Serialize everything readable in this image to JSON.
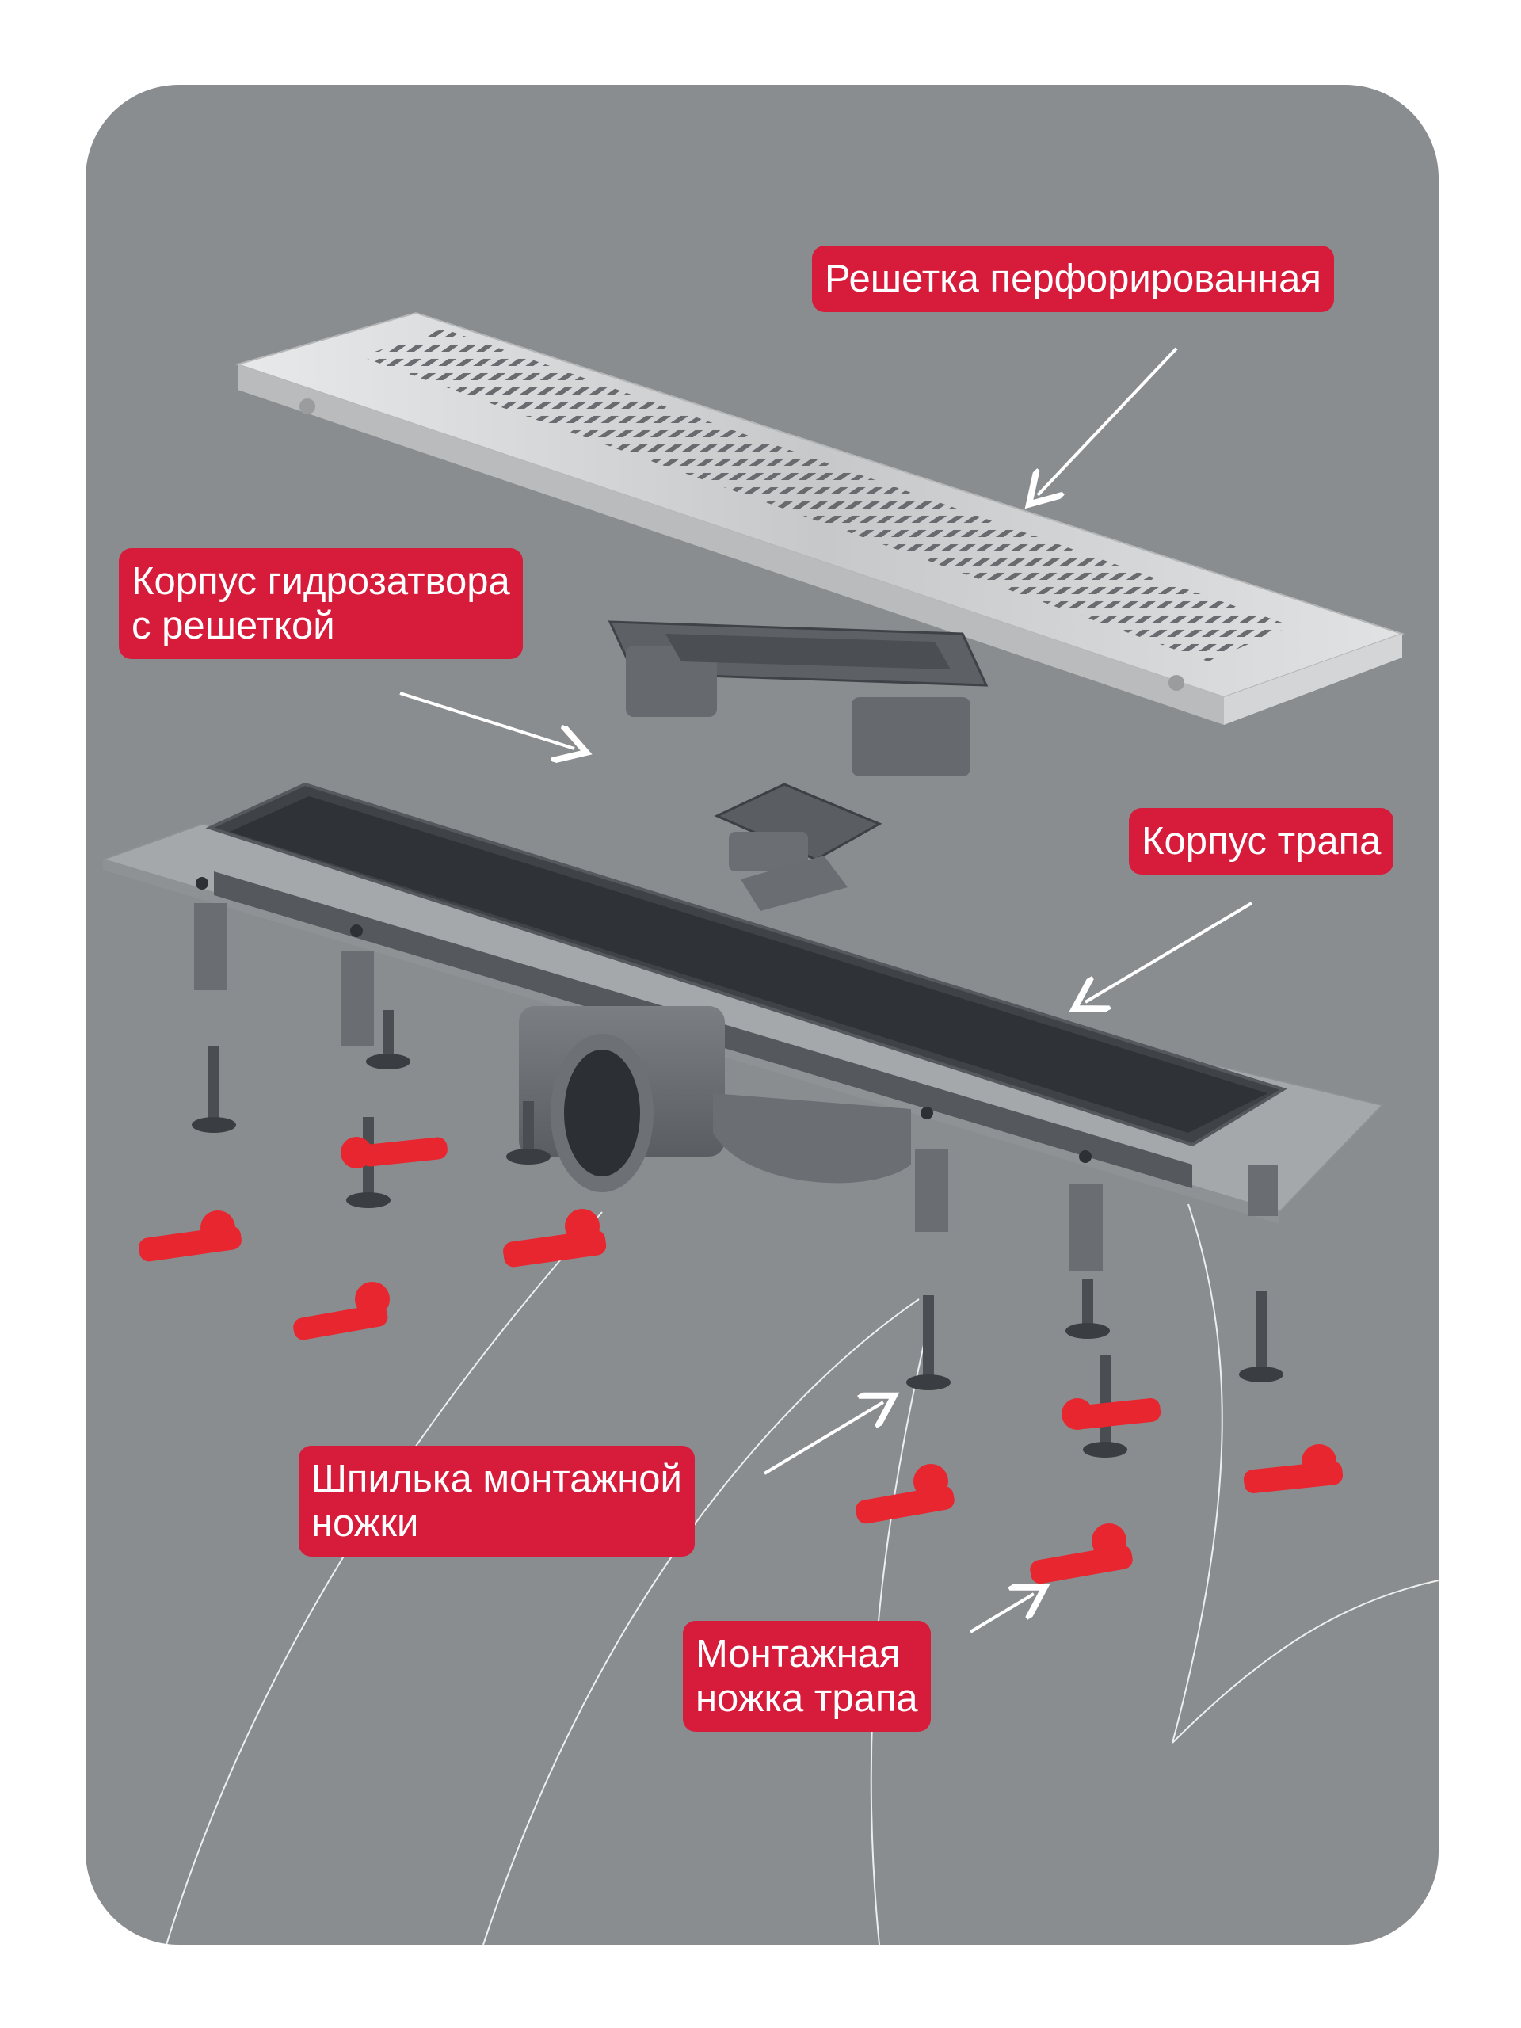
{
  "labels": {
    "grate": "Решетка перфорированная",
    "water_seal": [
      "Корпус гидрозатвора",
      "с решеткой"
    ],
    "drain_body": "Корпус трапа",
    "stud": [
      "Шпилька монтажной",
      "ножки"
    ],
    "foot": [
      "Монтажная",
      "ножка трапа"
    ]
  },
  "colors": {
    "background": "#8a8d90",
    "label_fill": "#d71c3b",
    "label_text": "#ffffff",
    "foot_red": "#e8262f",
    "metal_dark": "#4a4d51",
    "steel": "#c9cbcd"
  }
}
